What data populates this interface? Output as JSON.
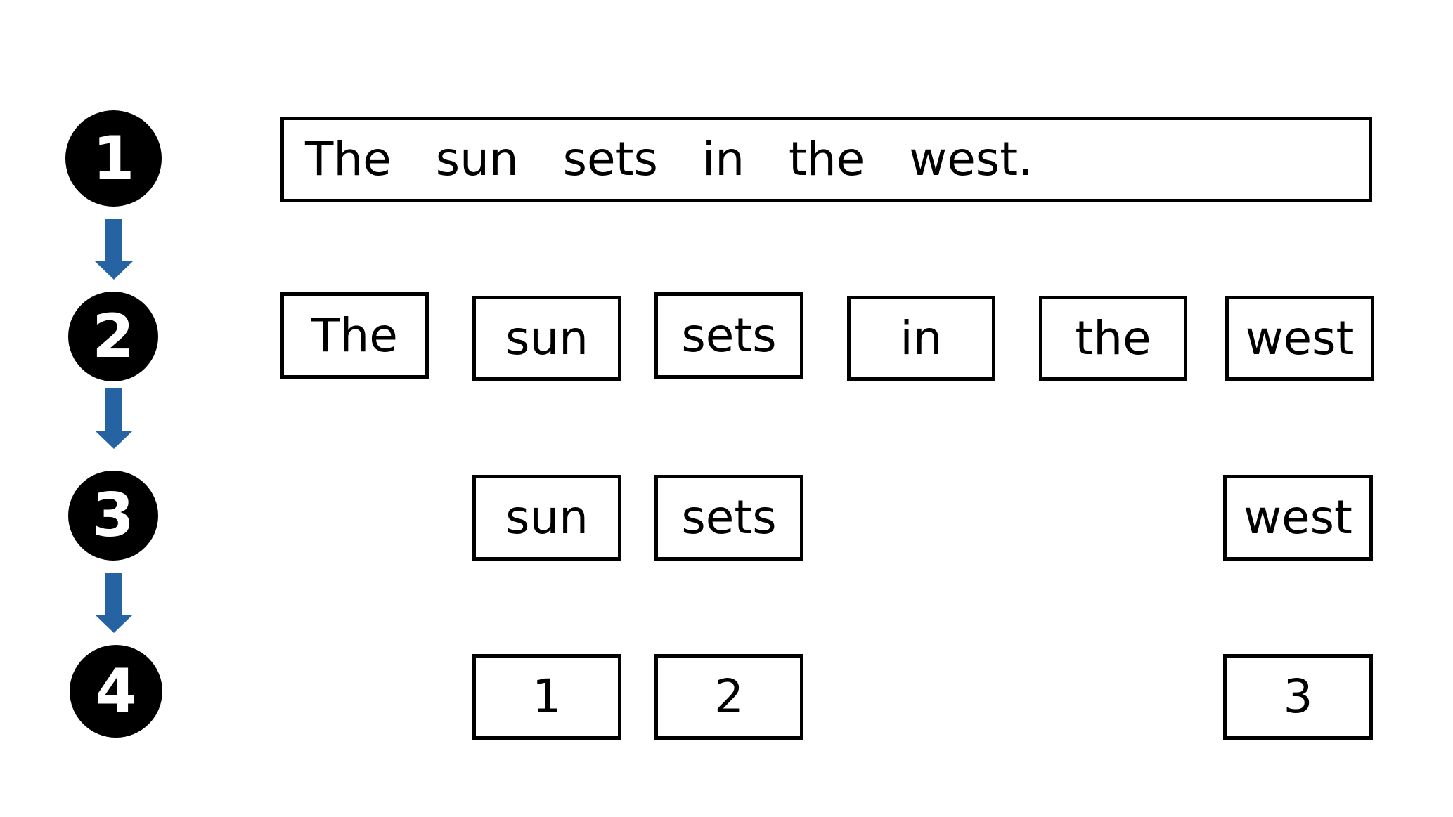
{
  "steps": {
    "step1": "1",
    "step2": "2",
    "step3": "3",
    "step4": "4"
  },
  "arrow_color": "#2563a3",
  "sentence": "The   sun   sets   in   the   west.",
  "tokens": {
    "t1": "The",
    "t2": "sun",
    "t3": "sets",
    "t4": "in",
    "t5": "the",
    "t6": "west"
  },
  "filtered_tokens": {
    "f1": "sun",
    "f2": "sets",
    "f3": "west"
  },
  "ids": {
    "i1": "1",
    "i2": "2",
    "i3": "3"
  }
}
